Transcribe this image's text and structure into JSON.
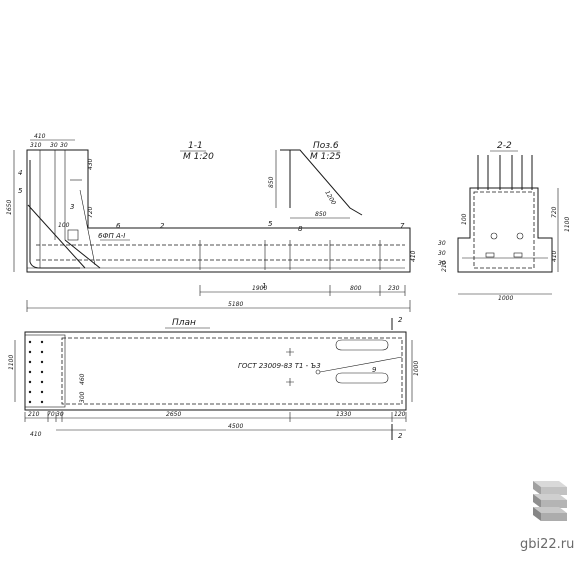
{
  "section_1_1": {
    "title": "1-1",
    "scale": "M 1:20",
    "dims": {
      "d410": "410",
      "d310": "310",
      "d30a": "30",
      "d30b": "30",
      "d1650": "1650",
      "d430": "430",
      "d720": "720",
      "d100": "100",
      "d1900": "1900",
      "d800": "800",
      "d230": "230",
      "d5180": "5180",
      "d410b": "410"
    },
    "marks": [
      "4",
      "5",
      "3",
      "6",
      "2",
      "5",
      "8",
      "7",
      "1"
    ],
    "note": "6ФП А-I"
  },
  "pos6": {
    "title": "Поз.6",
    "scale": "M 1:25",
    "dims": {
      "d850a": "850",
      "d1200": "1200",
      "d850b": "850"
    }
  },
  "section_2_2": {
    "title": "2-2",
    "dims": {
      "d720": "720",
      "d1100": "1100",
      "d100": "100",
      "d30a": "30",
      "d30b": "30",
      "d30c": "30",
      "d210": "210",
      "d410": "410",
      "d1000": "1000"
    }
  },
  "plan": {
    "title": "План",
    "cut_mark": "2",
    "gost": "ГОСТ 23009-83  Т1 - Ъ3",
    "mark": "9",
    "dims": {
      "left": "1100",
      "d460": "460",
      "d300": "300",
      "d210": "210",
      "d70": "70",
      "d30": "30",
      "d2650": "2650",
      "d1330": "1330",
      "d120": "120",
      "d4500": "4500",
      "d410": "410",
      "right": "1000"
    }
  },
  "brand": {
    "site": "gbi22.ru"
  }
}
